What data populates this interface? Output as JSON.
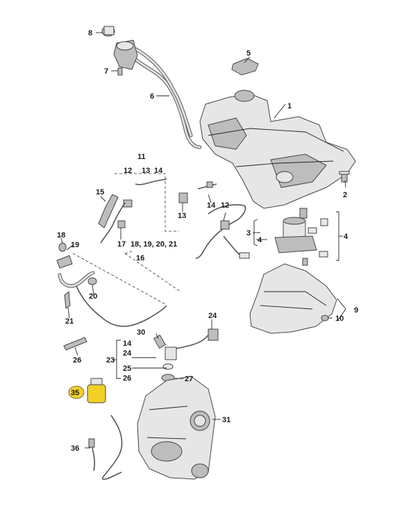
{
  "callouts": [
    {
      "id": "c1",
      "text": "1"
    },
    {
      "id": "c2",
      "text": "2"
    },
    {
      "id": "c3",
      "text": "3"
    },
    {
      "id": "c4a",
      "text": "4"
    },
    {
      "id": "c4b",
      "text": "4"
    },
    {
      "id": "c5",
      "text": "5"
    },
    {
      "id": "c6",
      "text": "6"
    },
    {
      "id": "c7",
      "text": "7"
    },
    {
      "id": "c8",
      "text": "8"
    },
    {
      "id": "c9",
      "text": "9"
    },
    {
      "id": "c10",
      "text": "10"
    },
    {
      "id": "c11",
      "text": "11"
    },
    {
      "id": "c12a",
      "text": "12"
    },
    {
      "id": "c13a",
      "text": "13"
    },
    {
      "id": "c14a",
      "text": "14"
    },
    {
      "id": "c12b",
      "text": "12"
    },
    {
      "id": "c13b",
      "text": "13"
    },
    {
      "id": "c14b",
      "text": "14"
    },
    {
      "id": "c15",
      "text": "15"
    },
    {
      "id": "c16",
      "text": "16"
    },
    {
      "id": "c17",
      "text": "17"
    },
    {
      "id": "c18seq",
      "text": "18, 19, 20, 21"
    },
    {
      "id": "c18",
      "text": "18"
    },
    {
      "id": "c19",
      "text": "19"
    },
    {
      "id": "c20",
      "text": "20"
    },
    {
      "id": "c21",
      "text": "21"
    },
    {
      "id": "c23",
      "text": "23"
    },
    {
      "id": "c14c",
      "text": "14"
    },
    {
      "id": "c24a",
      "text": "24"
    },
    {
      "id": "c24b",
      "text": "24"
    },
    {
      "id": "c25",
      "text": "25"
    },
    {
      "id": "c26a",
      "text": "26"
    },
    {
      "id": "c26b",
      "text": "26"
    },
    {
      "id": "c27",
      "text": "27"
    },
    {
      "id": "c30",
      "text": "30"
    },
    {
      "id": "c31",
      "text": "31"
    },
    {
      "id": "c35",
      "text": "35"
    },
    {
      "id": "c36",
      "text": "36"
    }
  ],
  "colors": {
    "highlight": "#f2d027",
    "ink": "#1a1a1a",
    "part": "#e6e6e6"
  }
}
